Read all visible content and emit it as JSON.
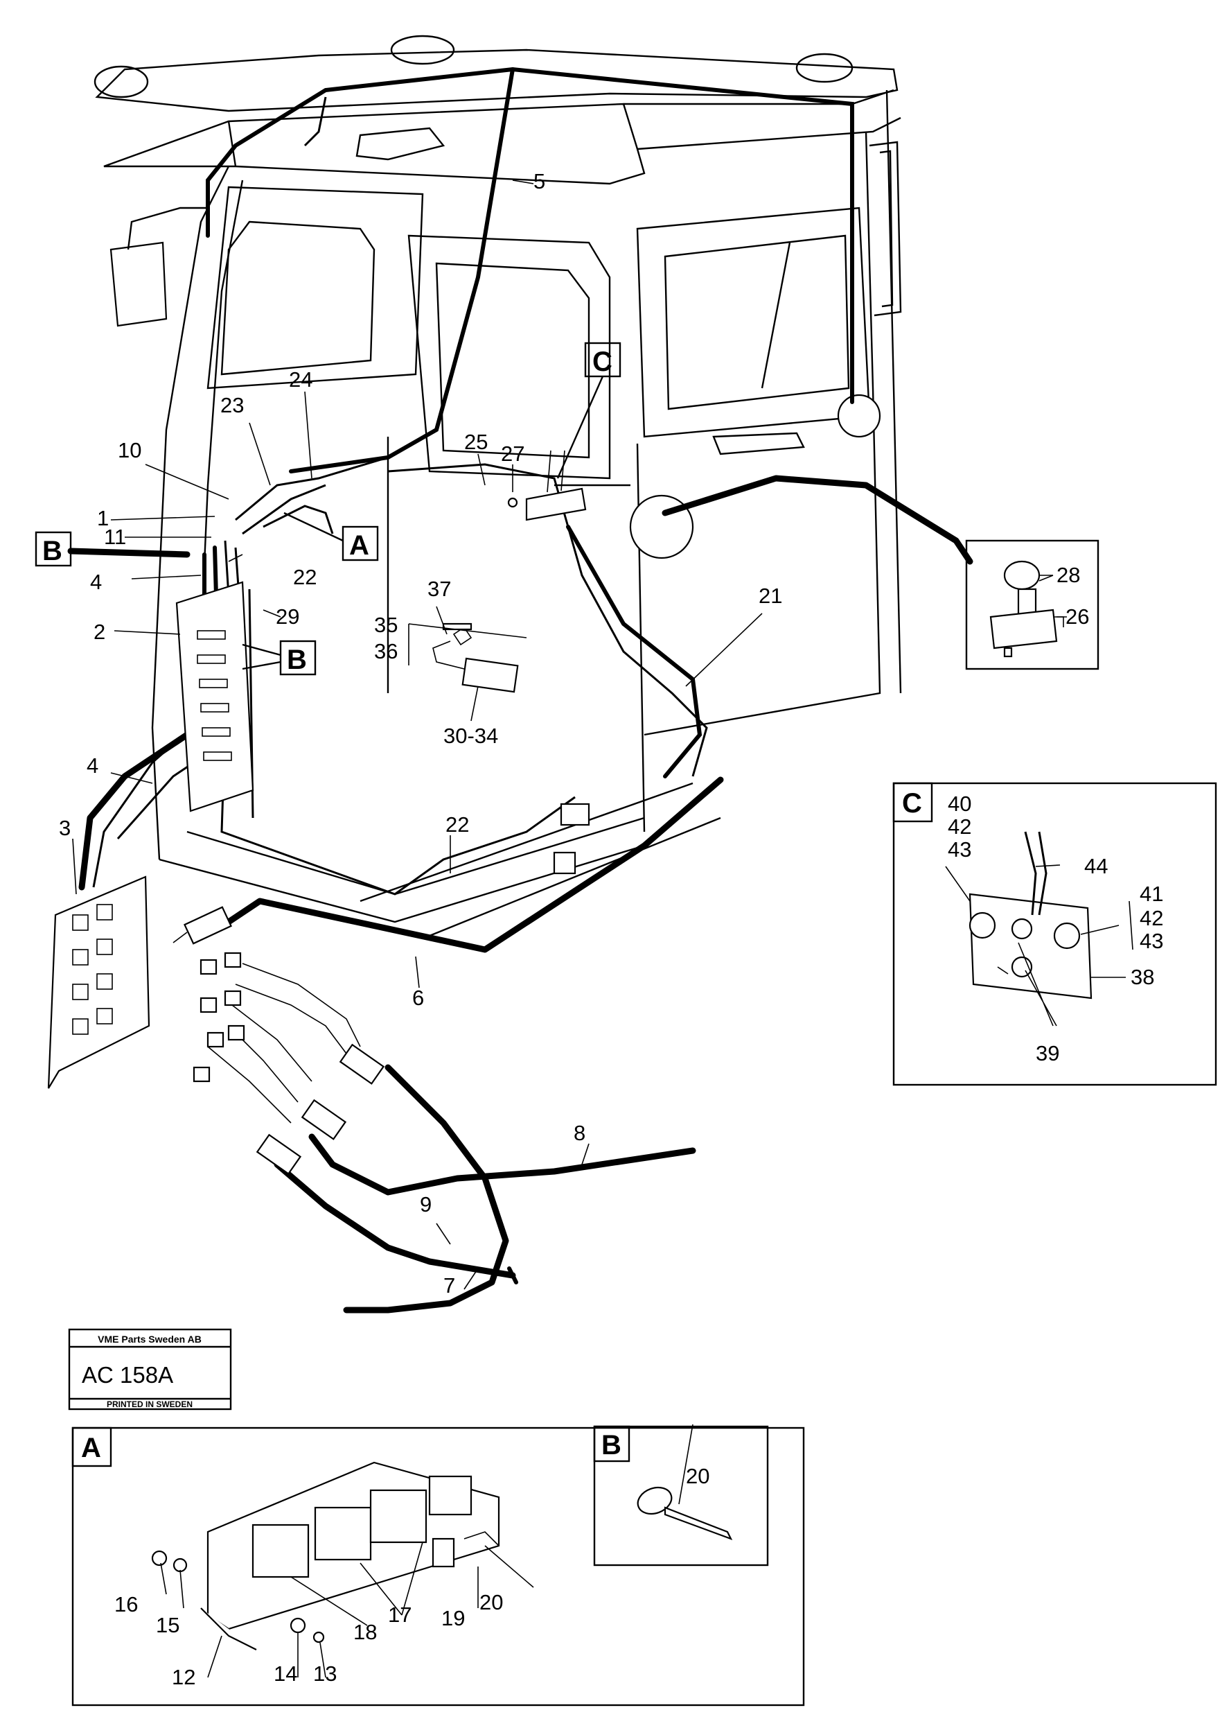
{
  "labels": {
    "n1": "1",
    "n2": "2",
    "n3": "3",
    "n4a": "4",
    "n4b": "4",
    "n5": "5",
    "n6": "6",
    "n7": "7",
    "n8": "8",
    "n9": "9",
    "n10": "10",
    "n11": "11",
    "n12": "12",
    "n13": "13",
    "n14": "14",
    "n15": "15",
    "n16": "16",
    "n17": "17",
    "n18": "18",
    "n19": "19",
    "n20a": "20",
    "n20b": "20",
    "n21": "21",
    "n22a": "22",
    "n22b": "22",
    "n23": "23",
    "n24": "24",
    "n25": "25",
    "n26": "26",
    "n27": "27",
    "n28": "28",
    "n29": "29",
    "n30_34": "30-34",
    "n35": "35",
    "n36": "36",
    "n37": "37",
    "n38": "38",
    "n39": "39",
    "n40": "40",
    "n41": "41",
    "n42a": "42",
    "n42b": "42",
    "n43a": "43",
    "n43b": "43",
    "n44": "44"
  },
  "callouts": {
    "a": "A",
    "b": "B",
    "c": "C"
  },
  "stamp": {
    "company": "VME Parts Sweden AB",
    "code": "AC 158A",
    "printed": "PRINTED IN SWEDEN"
  }
}
